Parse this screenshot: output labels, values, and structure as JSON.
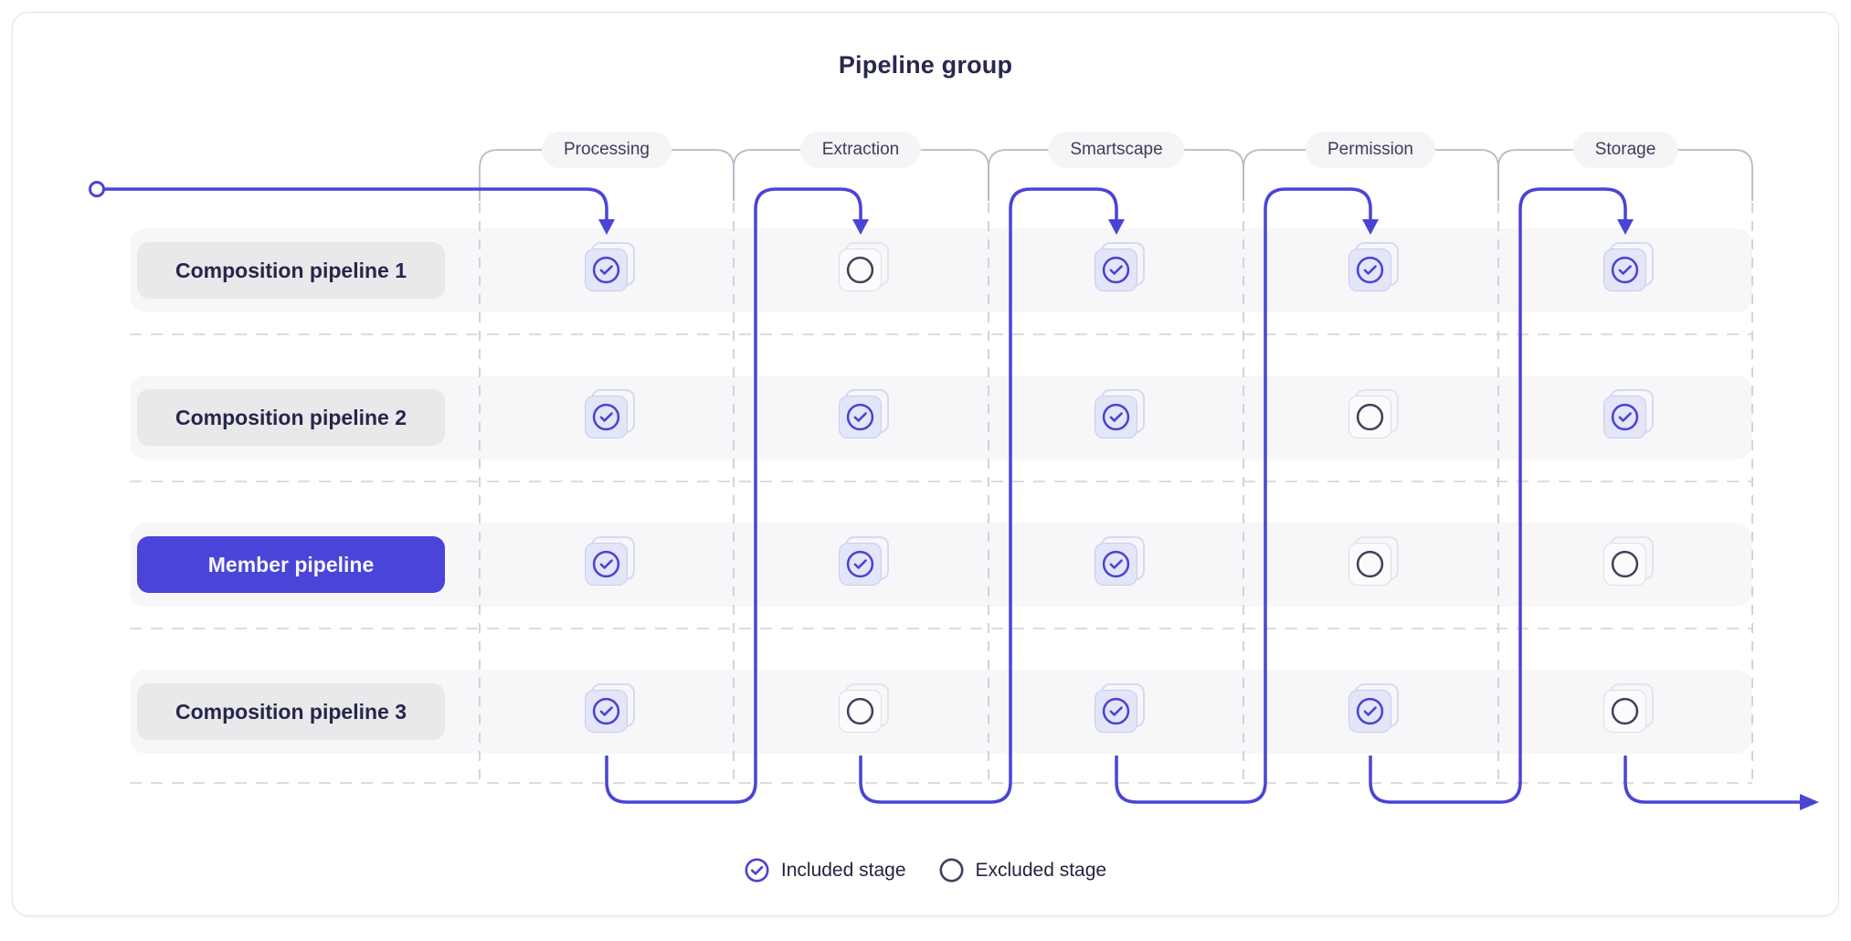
{
  "header": {
    "title": "Pipeline group"
  },
  "columns": [
    {
      "label": "Processing"
    },
    {
      "label": "Extraction"
    },
    {
      "label": "Smartscape"
    },
    {
      "label": "Permission"
    },
    {
      "label": "Storage"
    }
  ],
  "rows": [
    {
      "label": "Composition pipeline 1",
      "type": "composition",
      "stages": [
        "included",
        "excluded",
        "included",
        "included",
        "included"
      ]
    },
    {
      "label": "Composition pipeline 2",
      "type": "composition",
      "stages": [
        "included",
        "included",
        "included",
        "excluded",
        "included"
      ]
    },
    {
      "label": "Member pipeline",
      "type": "member",
      "stages": [
        "included",
        "included",
        "included",
        "excluded",
        "excluded"
      ]
    },
    {
      "label": "Composition pipeline 3",
      "type": "composition",
      "stages": [
        "included",
        "excluded",
        "included",
        "included",
        "excluded"
      ]
    }
  ],
  "legend": [
    {
      "icon": "check-circle-icon",
      "label": "Included stage"
    },
    {
      "icon": "circle-icon",
      "label": "Excluded stage"
    }
  ],
  "colors": {
    "flow_accent": "#4a44d6",
    "included_stroke": "#4b42cf",
    "excluded_stroke": "#41415c",
    "member_bg": "#4a44d8",
    "band_bg": "#f7f7f9",
    "label_bg": "#e9e9ec"
  }
}
